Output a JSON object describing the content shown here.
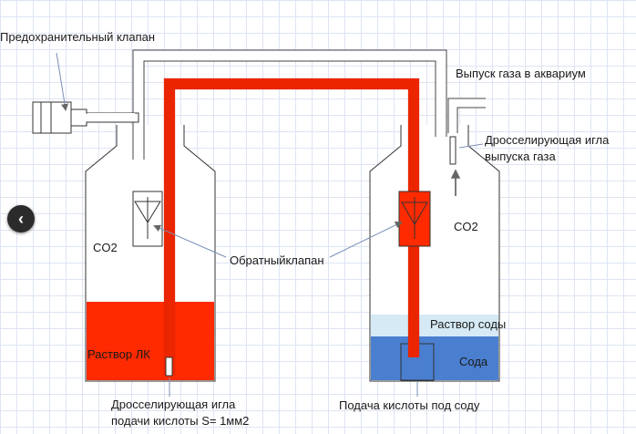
{
  "labels": {
    "safety_valve": "Предохранительный клапан",
    "gas_outlet": "Выпуск газа в аквариум",
    "throttle_gas_line1": "Дросселирующая игла",
    "throttle_gas_line2": "выпуска газа",
    "co2_left": "CO2",
    "co2_right": "CO2",
    "check_valve": "Обратныйклапан",
    "soda_solution": "Раствор соды",
    "soda": "Сода",
    "acid_solution": "Раствор ЛК",
    "throttle_acid_line1": "Дросселирующая игла",
    "throttle_acid_line2": "подачи кислоты S= 1мм2",
    "acid_feed": "Подача кислоты под соду"
  },
  "nav": {
    "back_icon": "chevron-left-icon",
    "back_glyph": "‹"
  },
  "colors": {
    "acid_red": "#ff2a00",
    "soda_blue": "#4a7fd0",
    "soda_solution_blue": "#d5eaf5",
    "grid": "#dde4f2",
    "outline": "#333333"
  }
}
